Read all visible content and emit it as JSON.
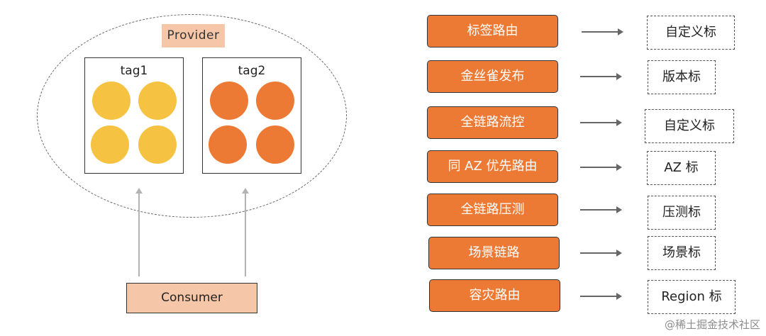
{
  "left_diagram": {
    "provider_label": "Provider",
    "consumer_label": "Consumer",
    "groups": [
      {
        "label": "tag1",
        "color": "#f5c242",
        "instances": 4
      },
      {
        "label": "tag2",
        "color": "#ec7a35",
        "instances": 4
      }
    ]
  },
  "mappings": [
    {
      "feature": "标签路由",
      "tag": "自定义标"
    },
    {
      "feature": "金丝雀发布",
      "tag": "版本标"
    },
    {
      "feature": "全链路流控",
      "tag": "自定义标"
    },
    {
      "feature": "同 AZ 优先路由",
      "tag": "AZ 标"
    },
    {
      "feature": "全链路压测",
      "tag": "压测标"
    },
    {
      "feature": "场景链路",
      "tag": "场景标"
    },
    {
      "feature": "容灾路由",
      "tag": "Region 标"
    }
  ],
  "colors": {
    "feature_fill": "#ec7a35",
    "provider_fill": "#f6c6a8",
    "tag1_dot": "#f5c242",
    "tag2_dot": "#ec7a35"
  },
  "watermark": "@稀土掘金技术社区"
}
